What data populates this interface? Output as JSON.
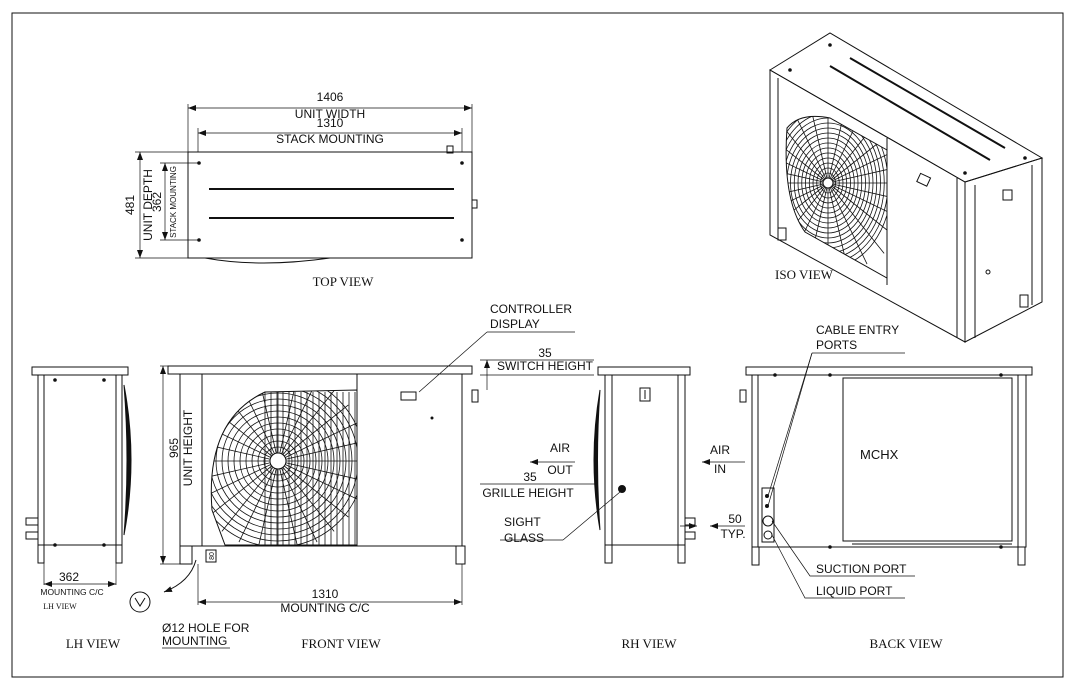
{
  "top_view": {
    "dim_width_value": "1406",
    "dim_width_label": "UNIT WIDTH",
    "dim_stack_value": "1310",
    "dim_stack_label": "STACK MOUNTING",
    "dim_depth_value": "481",
    "dim_depth_label": "UNIT DEPTH",
    "dim_stackdepth_value": "362",
    "dim_stackdepth_label": "STACK MOUNTING",
    "title": "TOP VIEW"
  },
  "iso_view": {
    "title": "ISO VIEW"
  },
  "lh_view": {
    "dim_value": "362",
    "dim_label": "MOUNTING C/C",
    "small_note": "LH VIEW",
    "title": "LH VIEW"
  },
  "front_view": {
    "controller_label_1": "CONTROLLER",
    "controller_label_2": "DISPLAY",
    "switch_value": "35",
    "switch_label": "SWITCH HEIGHT",
    "height_value": "965",
    "height_label": "UNIT HEIGHT",
    "mounting_value": "1310",
    "mounting_label": "MOUNTING C/C",
    "foot_mark": "80",
    "hole_label_1": "Ø12 HOLE FOR",
    "hole_label_2": "MOUNTING",
    "title": "FRONT VIEW"
  },
  "rh_view": {
    "air_out_1": "AIR",
    "air_out_2": "OUT",
    "grille_value": "35",
    "grille_label": "GRILLE HEIGHT",
    "sight_1": "SIGHT",
    "sight_2": "GLASS",
    "air_in_1": "AIR",
    "air_in_2": "IN",
    "typ_value": "50",
    "typ_label": "TYP.",
    "title": "RH VIEW"
  },
  "back_view": {
    "cable_1": "CABLE ENTRY",
    "cable_2": "PORTS",
    "mchx": "MCHX",
    "suction": "SUCTION PORT",
    "liquid": "LIQUID PORT",
    "title": "BACK VIEW"
  }
}
